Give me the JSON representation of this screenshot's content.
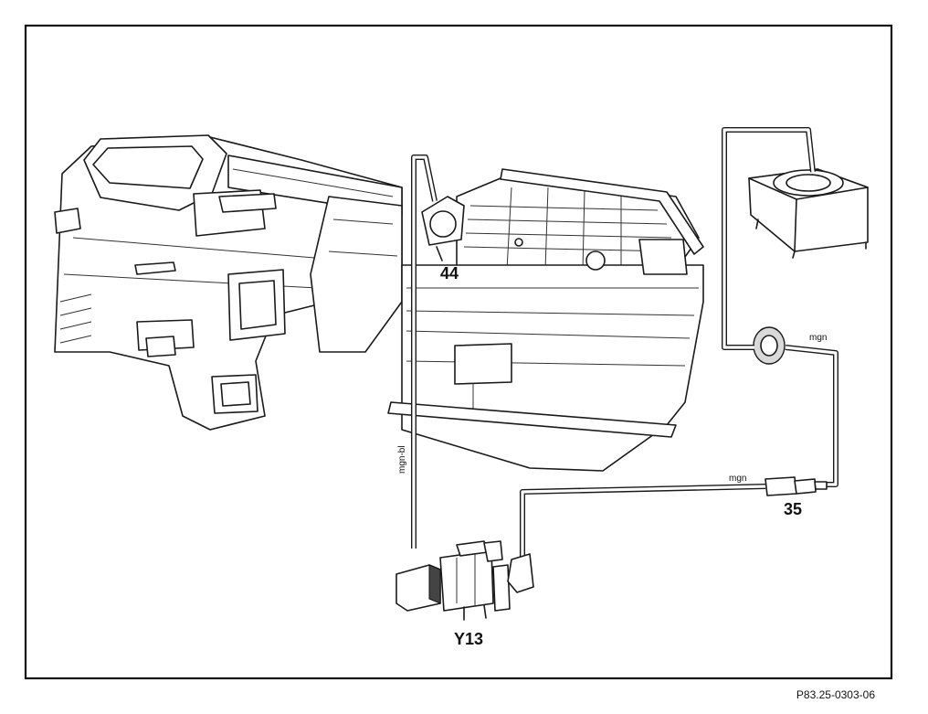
{
  "labels": {
    "callout_44": "44",
    "callout_35": "35",
    "callout_y13": "Y13",
    "hose_mgn_top": "mgn",
    "hose_mgn_bottom": "mgn",
    "hose_mgn_bl": "mgn-bl"
  },
  "figure_ref": "P83.25-0303-06"
}
